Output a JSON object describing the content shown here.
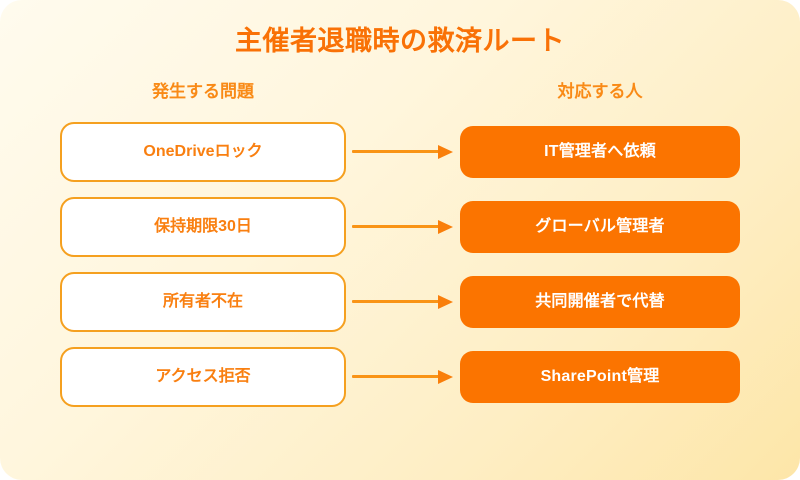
{
  "title": "主催者退職時の救済ルート",
  "columns": {
    "left_header": "発生する問題",
    "right_header": "対応する人"
  },
  "rows": [
    {
      "problem": "OneDriveロック",
      "handler": "IT管理者へ依頼",
      "connector": "arrow-right-icon"
    },
    {
      "problem": "保持期限30日",
      "handler": "グローバル管理者",
      "connector": "arrow-right-icon"
    },
    {
      "problem": "所有者不在",
      "handler": "共同開催者で代替",
      "connector": "arrow-right-icon"
    },
    {
      "problem": "アクセス拒否",
      "handler": "SharePoint管理",
      "connector": "arrow-right-icon"
    }
  ],
  "colors": {
    "title_orange": "#F97106",
    "header_orange": "#F98A16",
    "box_fill_orange": "#FB7400",
    "box_border_orange": "#F5A01F",
    "problem_text_orange": "#F97F10",
    "handler_text": "#FFFFFF",
    "arrow_orange": "#F99416",
    "background_top_left": "#FFFBEE",
    "background_bottom_right": "#FDE6A8"
  }
}
